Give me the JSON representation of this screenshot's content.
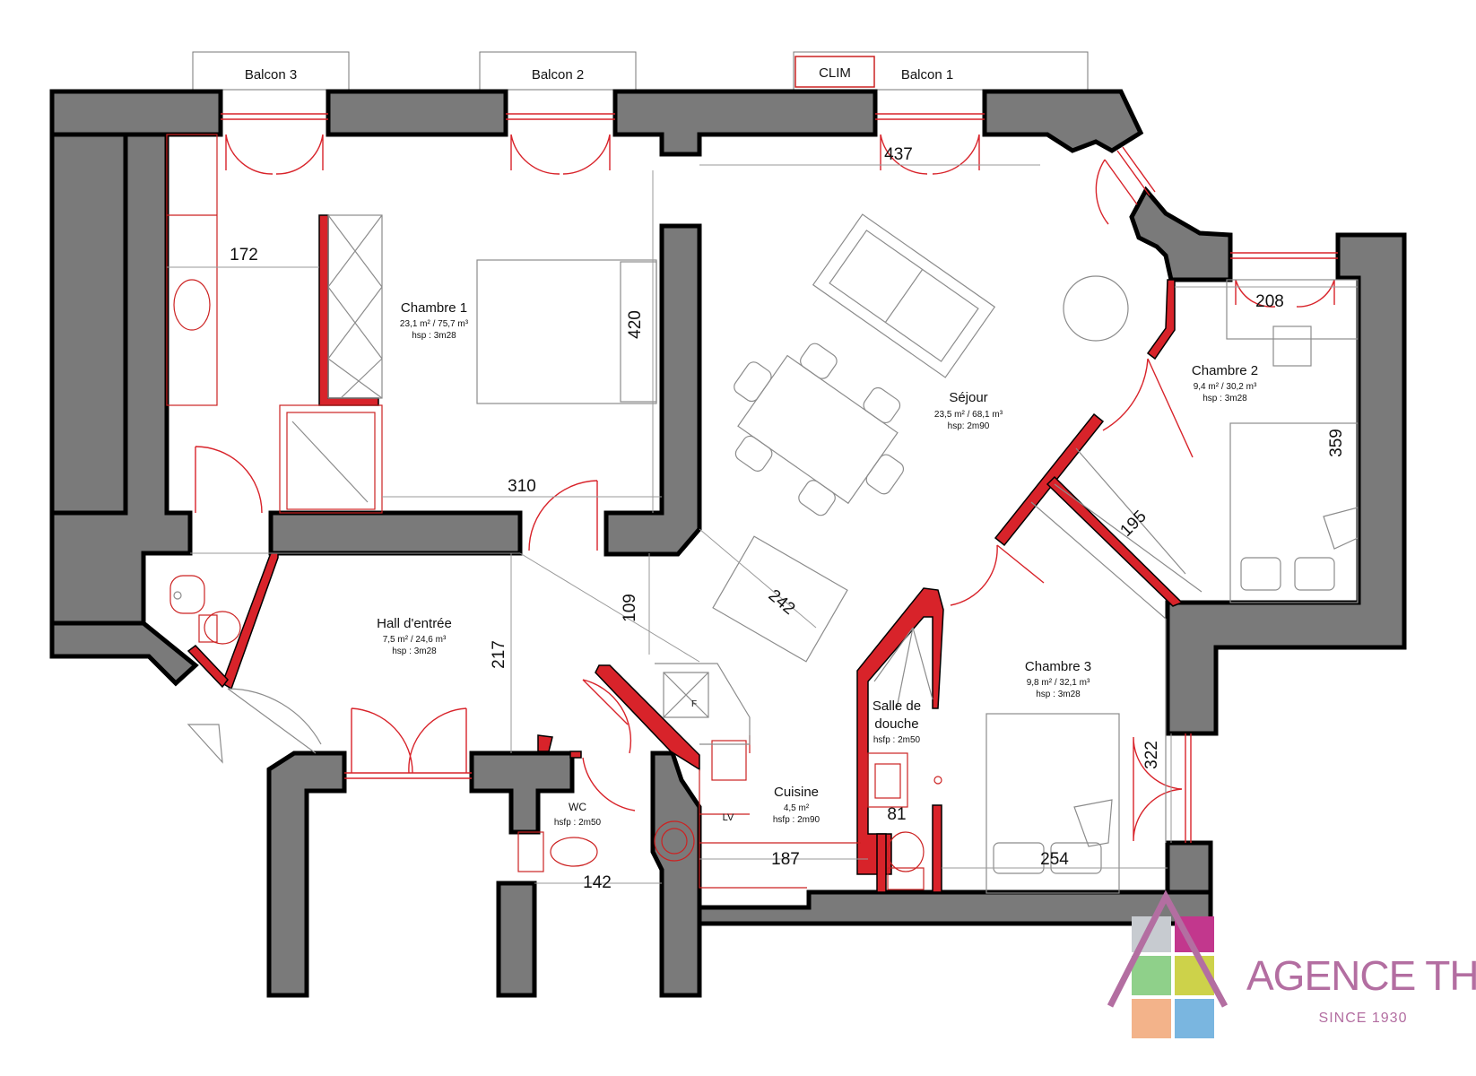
{
  "balconies": [
    "Balcon 3",
    "Balcon 2",
    "Balcon 1"
  ],
  "clim_label": "CLIM",
  "rooms": {
    "chambre1": {
      "name": "Chambre 1",
      "area": "23,1 m² / 75,7 m³",
      "height": "hsp : 3m28"
    },
    "sejour": {
      "name": "Séjour",
      "area": "23,5 m² / 68,1 m³",
      "height": "hsp: 2m90"
    },
    "chambre2": {
      "name": "Chambre 2",
      "area": "9,4 m² / 30,2 m³",
      "height": "hsp : 3m28"
    },
    "hall": {
      "name": "Hall d'entrée",
      "area": "7,5 m² / 24,6 m³",
      "height": "hsp : 3m28"
    },
    "chambre3": {
      "name": "Chambre 3",
      "area": "9,8 m² / 32,1 m³",
      "height": "hsp : 3m28"
    },
    "salle_douche": {
      "name_line1": "Salle de",
      "name_line2": "douche",
      "height": "hsfp : 2m50"
    },
    "wc": {
      "name": "WC",
      "height": "hsfp : 2m50"
    },
    "cuisine": {
      "name": "Cuisine",
      "area": "4,5 m²",
      "height": "hsfp : 2m90"
    }
  },
  "dimensions": [
    "172",
    "420",
    "310",
    "437",
    "208",
    "359",
    "195",
    "242",
    "109",
    "217",
    "322",
    "81",
    "187",
    "254",
    "142"
  ],
  "appliance_label": "LV",
  "fridge_label": "F",
  "logo": {
    "name": "AGENCE THOMAS",
    "since": "SINCE 1930",
    "tile_colors": [
      "#c7cbd0",
      "#c2378d",
      "#8fd08a",
      "#cdd24a",
      "#f3b38a",
      "#7ab6e0"
    ],
    "accent": "#b36ea1"
  }
}
